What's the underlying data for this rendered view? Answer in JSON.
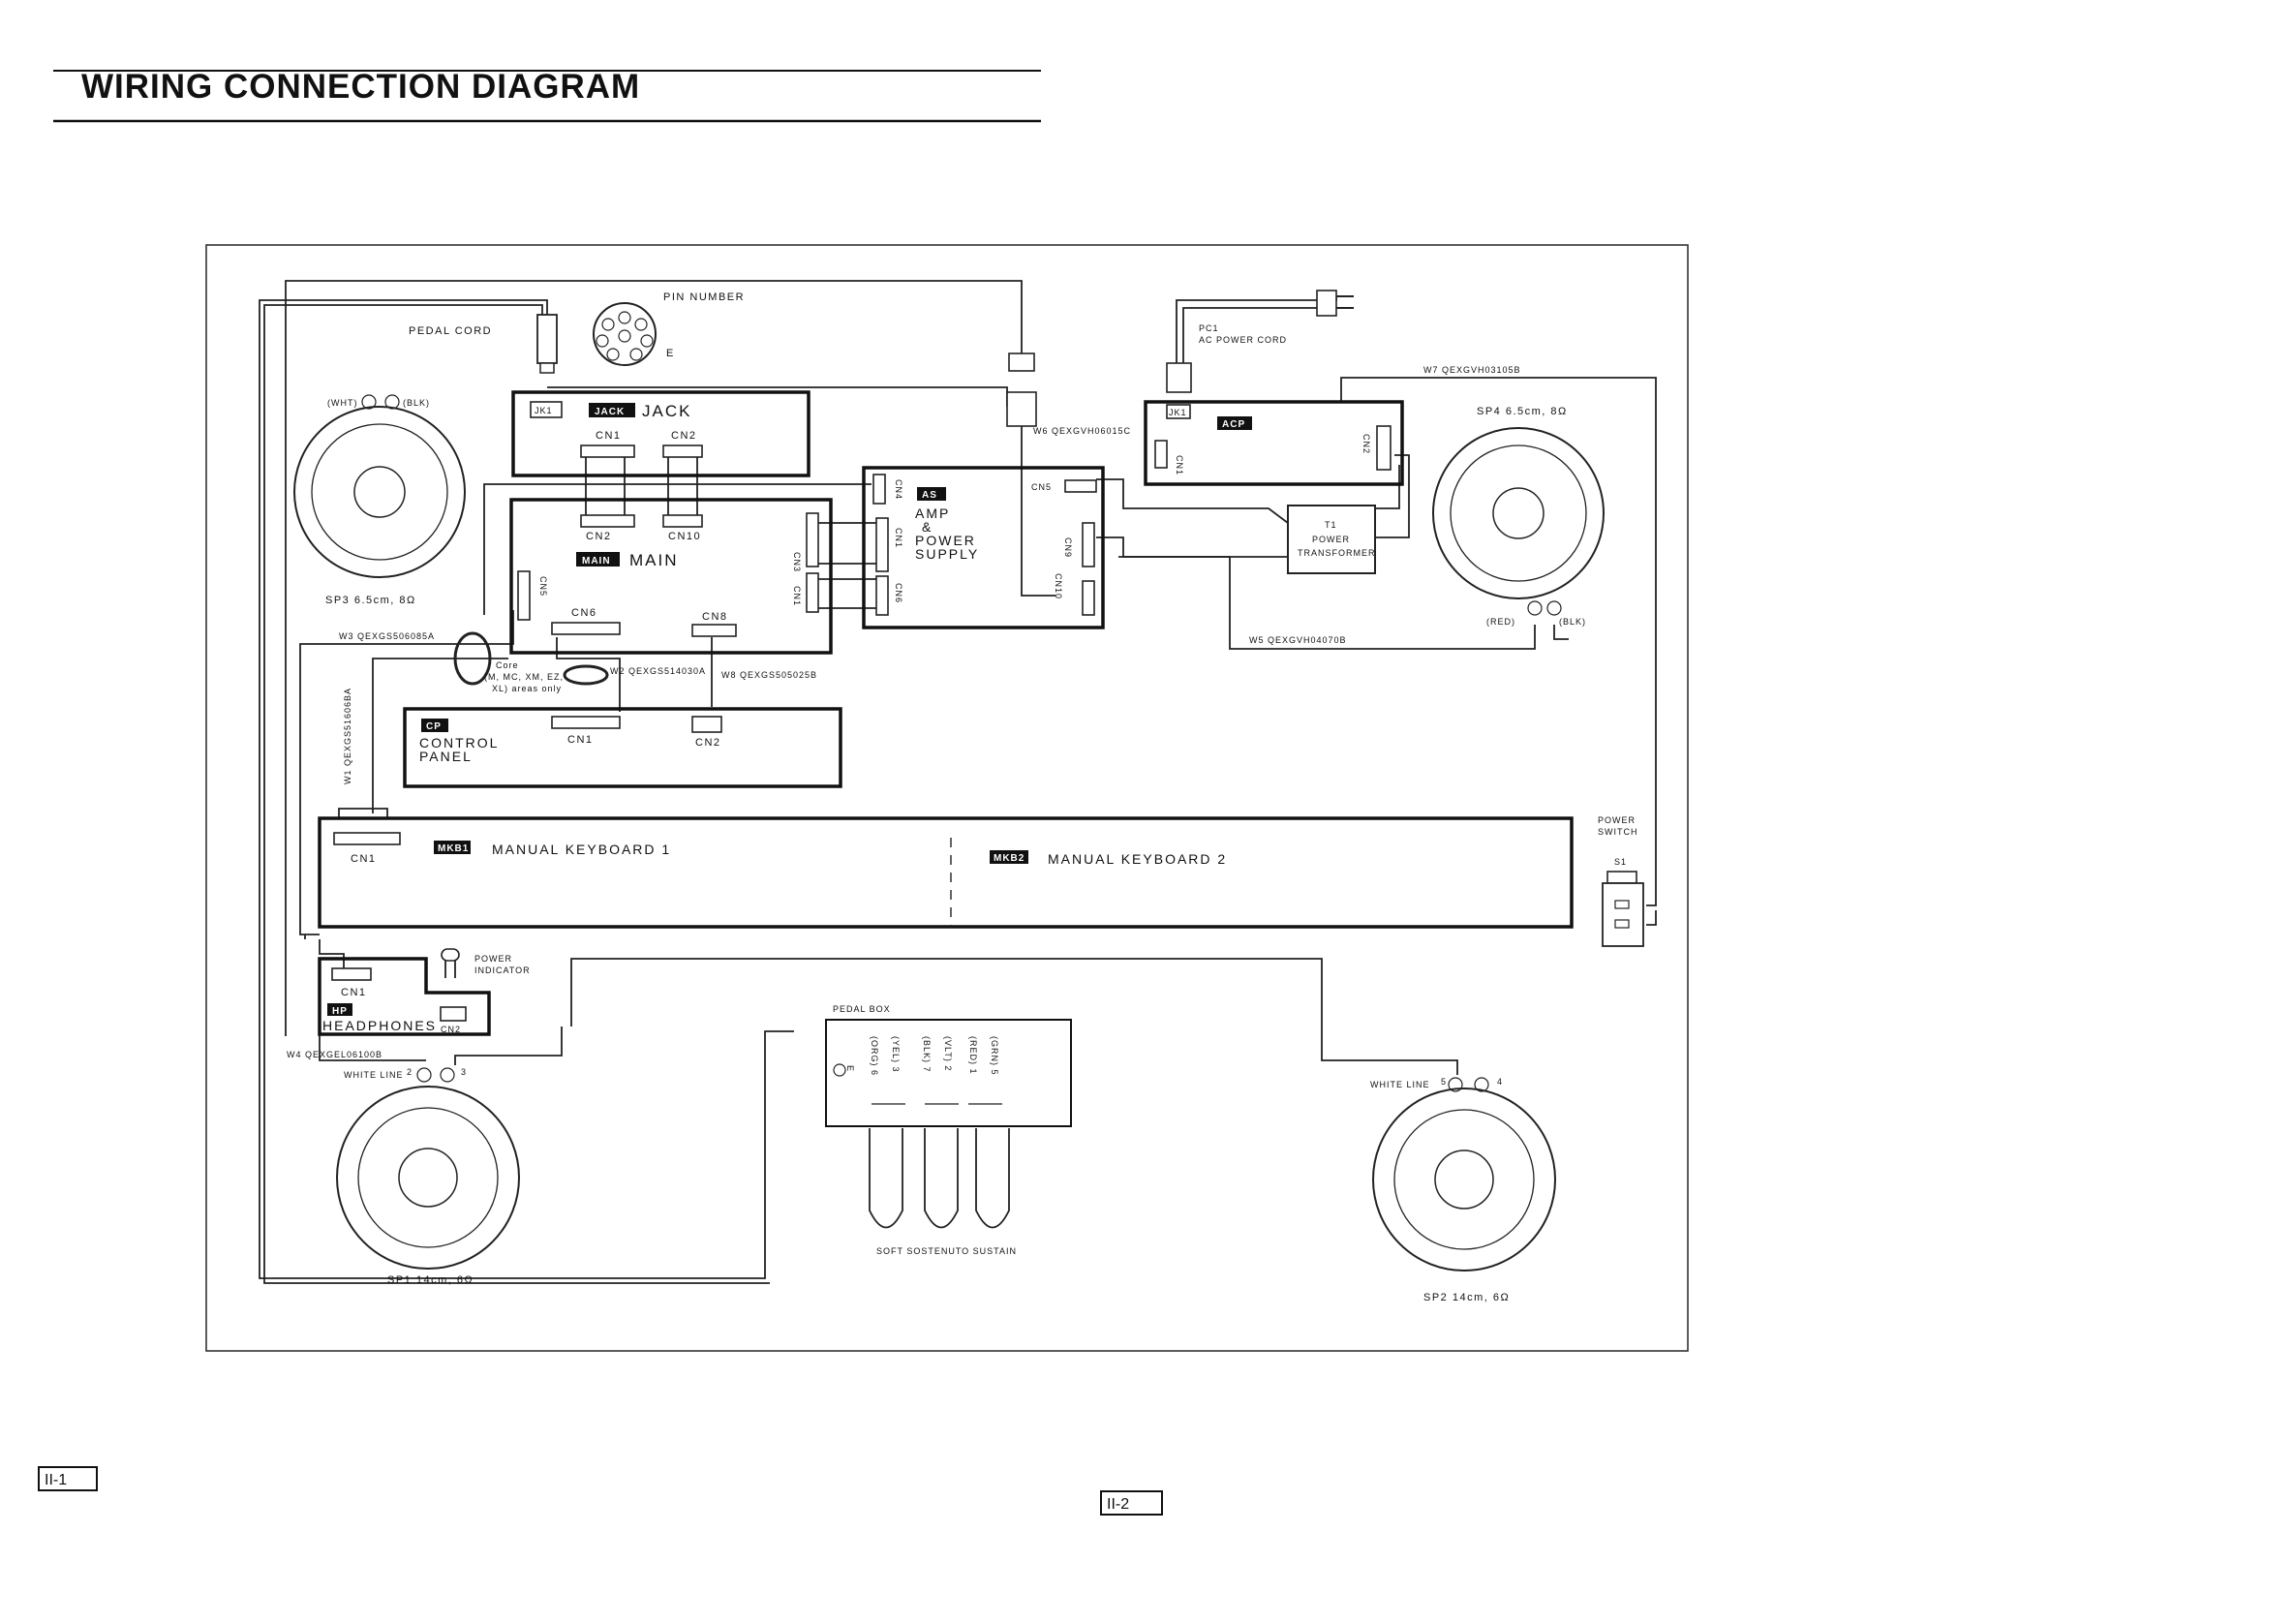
{
  "title": "WIRING CONNECTION DIAGRAM",
  "page_numbers": {
    "left": "II-1",
    "right": "II-2"
  },
  "boards": {
    "jack": {
      "badge": "JACK",
      "label": "JACK",
      "cn1": "CN1",
      "cn2": "CN2",
      "jk1": "JK1"
    },
    "main": {
      "badge": "MAIN",
      "label": "MAIN",
      "cn2": "CN2",
      "cn10": "CN10",
      "cn3": "CN3",
      "cn1": "CN1",
      "cn5": "CN5",
      "cn6": "CN6",
      "cn8": "CN8"
    },
    "amp": {
      "badge": "AS",
      "line1": "AMP",
      "line2": "&",
      "line3": "POWER",
      "line4": "SUPPLY",
      "cn4": "CN4",
      "cn1": "CN1",
      "cn6": "CN6",
      "cn5": "CN5",
      "cn9": "CN9",
      "cn10": "CN10"
    },
    "acp": {
      "badge": "ACP",
      "jk1": "JK1",
      "cn1": "CN1",
      "cn2": "CN2"
    },
    "control": {
      "badge": "CP",
      "line1": "CONTROL",
      "line2": "PANEL",
      "cn1": "CN1",
      "cn2": "CN2"
    },
    "mkb1": {
      "badge": "MKB1",
      "label": "MANUAL KEYBOARD 1",
      "cn1": "CN1"
    },
    "mkb2": {
      "badge": "MKB2",
      "label": "MANUAL KEYBOARD 2"
    },
    "hp": {
      "badge": "HP",
      "label": "HEADPHONES",
      "cn1": "CN1",
      "cn2": "CN2"
    }
  },
  "labels": {
    "pedal_cord": "PEDAL CORD",
    "pin_number": "PIN NUMBER",
    "pin_e": "E",
    "pc1": "PC1",
    "ac_power_cord": "AC POWER CORD",
    "w1": "W1 QEXGS51606BA",
    "w2": "W2 QEXGS514030A",
    "w3": "W3 QEXGS506085A",
    "w4": "W4 QEXGEL06100B",
    "w5": "W5 QEXGVH04070B",
    "w6": "W6 QEXGVH06015C",
    "w7": "W7 QEXGVH03105B",
    "w8": "W8 QEXGS505025B",
    "core_line1": "Core",
    "core_line2": "(M, MC, XM, EZ,",
    "core_line3": "XL) areas only",
    "t1": "T1",
    "power_transformer_1": "POWER",
    "power_transformer_2": "TRANSFORMER",
    "power_switch_1": "POWER",
    "power_switch_2": "SWITCH",
    "s1": "S1",
    "power_indicator_1": "POWER",
    "power_indicator_2": "INDICATOR",
    "pedal_box": "PEDAL BOX",
    "pedal_pins": [
      "E",
      "(ORG) 6",
      "(YEL) 3",
      "(BLK) 7",
      "(VLT) 2",
      "(RED) 1",
      "(GRN) 5"
    ],
    "pedals": "SOFT  SOSTENUTO  SUSTAIN",
    "white_line": "WHITE LINE"
  },
  "speakers": {
    "sp1": "SP1  14cm, 6Ω",
    "sp2": "SP2  14cm, 6Ω",
    "sp3": "SP3  6.5cm, 8Ω",
    "sp4": "SP4  6.5cm, 8Ω",
    "sp3_plus": "(WHT)",
    "sp3_minus": "(BLK)",
    "sp4_plus": "(RED)",
    "sp4_minus": "(BLK)",
    "sp1_pin_plus": "2",
    "sp1_pin_minus": "3",
    "sp2_pin_plus": "5",
    "sp2_pin_minus": "4"
  }
}
